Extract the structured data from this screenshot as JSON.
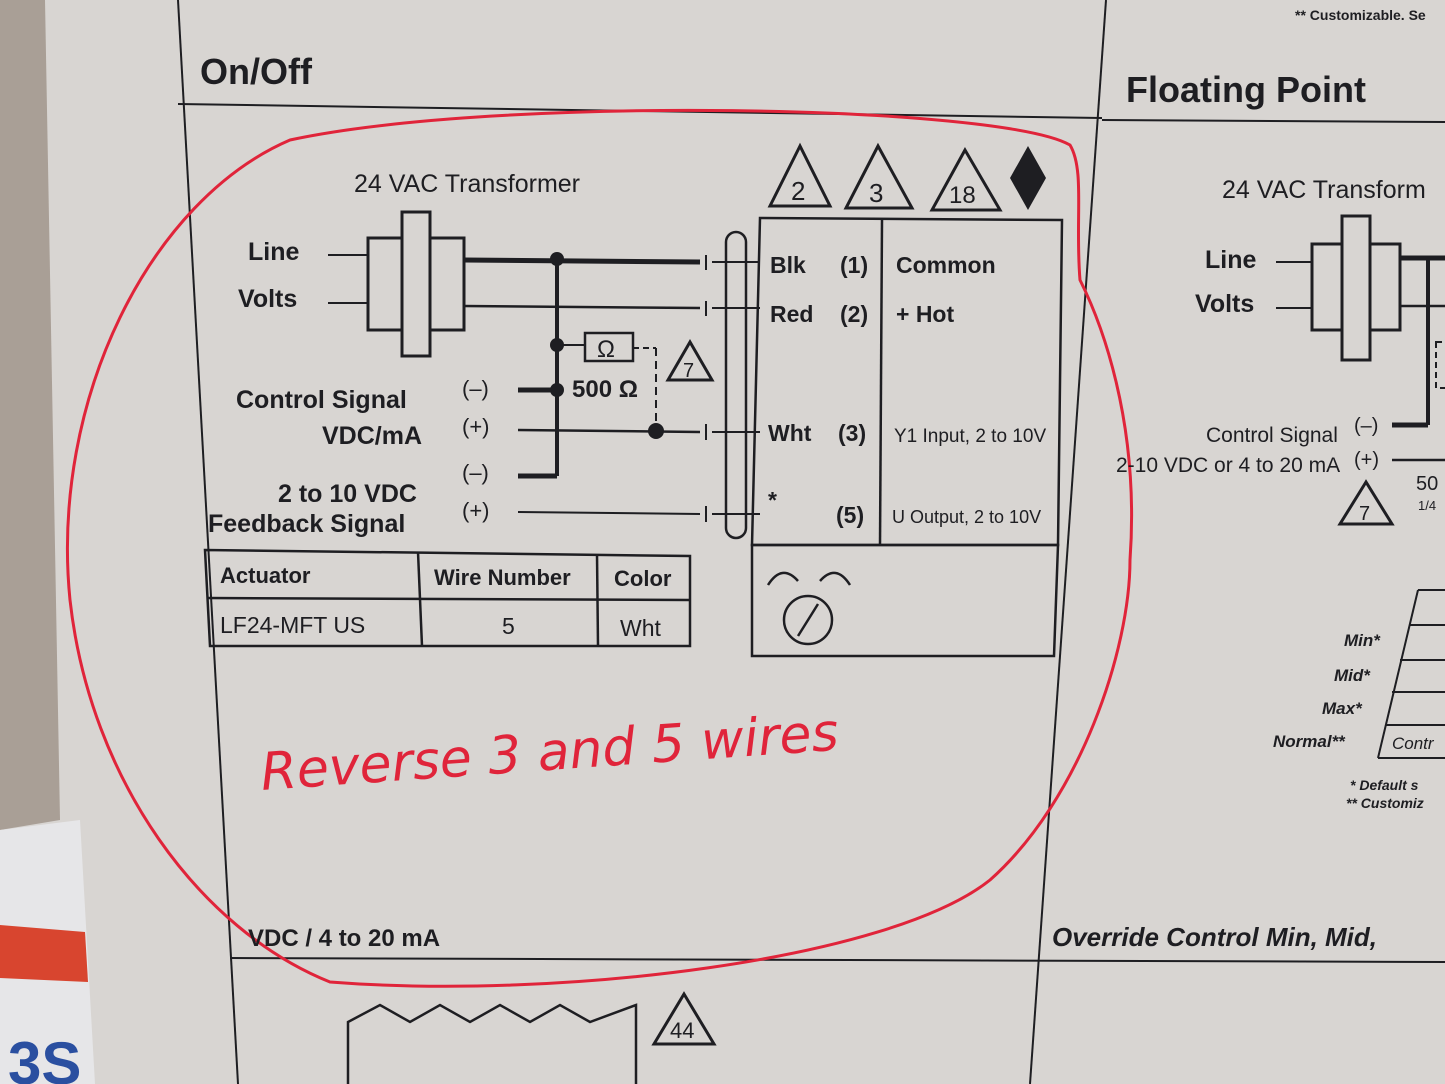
{
  "left_panel": {
    "title": "On/Off",
    "transformer_label": "24 VAC Transformer",
    "line_label": "Line",
    "volts_label": "Volts",
    "control_signal_label": "Control Signal",
    "control_signal_unit": "VDC/mA",
    "minus": "(–)",
    "plus": "(+)",
    "feedback_label_1": "2 to 10 VDC",
    "feedback_label_2": "Feedback Signal",
    "resistor_symbol": "Ω",
    "resistor_label": "500 Ω",
    "note_triangles": [
      "2",
      "3",
      "18",
      "7"
    ],
    "terminals": [
      {
        "color": "Blk",
        "num": "(1)",
        "desc": "Common"
      },
      {
        "color": "Red",
        "num": "(2)",
        "desc": "+ Hot"
      },
      {
        "color": "Wht",
        "num": "(3)",
        "desc": "Y1 Input, 2 to 10V"
      },
      {
        "color": "*",
        "num": "(5)",
        "desc": "U Output, 2 to 10V"
      }
    ],
    "table": {
      "headers": [
        "Actuator",
        "Wire Number",
        "Color"
      ],
      "row": [
        "LF24-MFT US",
        "5",
        "Wht"
      ]
    },
    "handwritten_note": "Reverse 3 and 5 wires",
    "bottom_heading": "VDC / 4 to 20 mA",
    "bottom_triangle": "44"
  },
  "right_panel": {
    "top_note": "** Customizable. Se",
    "title": "Floating Point",
    "transformer_label": "24 VAC Transform",
    "line_label": "Line",
    "volts_label": "Volts",
    "control_signal_label": "Control Signal",
    "control_signal_unit": "2-10 VDC or 4 to 20 mA",
    "minus": "(–)",
    "plus": "(+)",
    "triangle": "7",
    "resistor_partial": "50",
    "resistor_partial_2": "1/4",
    "override_rows": [
      "Min*",
      "Mid*",
      "Max*",
      "Normal**"
    ],
    "override_cell": "Contr",
    "footnote_1": "* Default s",
    "footnote_2": "** Customiz",
    "bottom_heading": "Override Control Min, Mid,"
  },
  "colors": {
    "paper": "#dcdad7",
    "ink": "#1e1e22",
    "marker": "#e0243a"
  }
}
